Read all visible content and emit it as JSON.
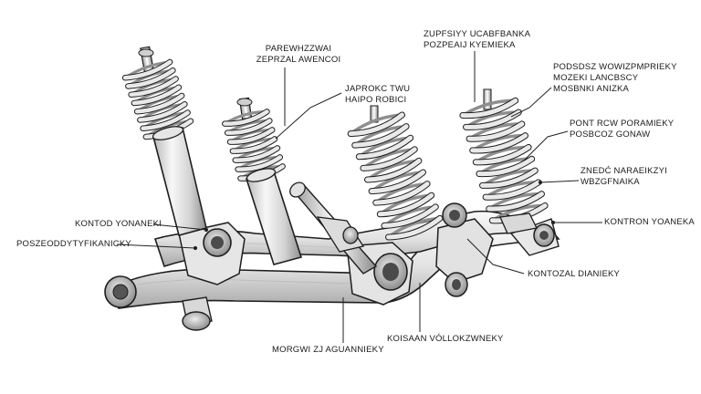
{
  "colors": {
    "line": "#1e1e1e",
    "metal_light": "#f3f3f3",
    "metal_mid": "#d4d4d4",
    "metal_dark": "#9a9a9a",
    "rubber": "#4a4a4a",
    "leader": "#222222"
  },
  "labels": {
    "top_center_a": [
      "PAREWHZZWAI",
      "ZEPRZAL AWENCOI"
    ],
    "top_center_b": [
      "JAPROKC TWU",
      "HAIPO ROBICI"
    ],
    "top_right_a": [
      "ZUPFSIYY UCABFBANKA",
      "POZPEAIJ KYEMIEKA"
    ],
    "right_a": [
      "PODSDSZ WOWIZPMPRIEKY",
      "MOZEKI LANCBSCY",
      "MOSBNKI ANIZKA"
    ],
    "right_b": [
      "PONT RCW PORAMIEKY",
      "POSBCOZ GONAW"
    ],
    "right_c": [
      "ZNEDĆ NARAEIKZYI",
      "WBZGFNAIKA"
    ],
    "right_d": "KONTRON YOANEKA",
    "right_e": "KONTOZAL DIANIEKY",
    "left_a": "KONTOD YONANEKI",
    "left_b": "POSZEODDYTYFIKANICKY",
    "bottom_a": "MORGWI ZJ AGUANNIEKY",
    "bottom_b": "KOISAAN VÓLLOKZWNEKY"
  }
}
